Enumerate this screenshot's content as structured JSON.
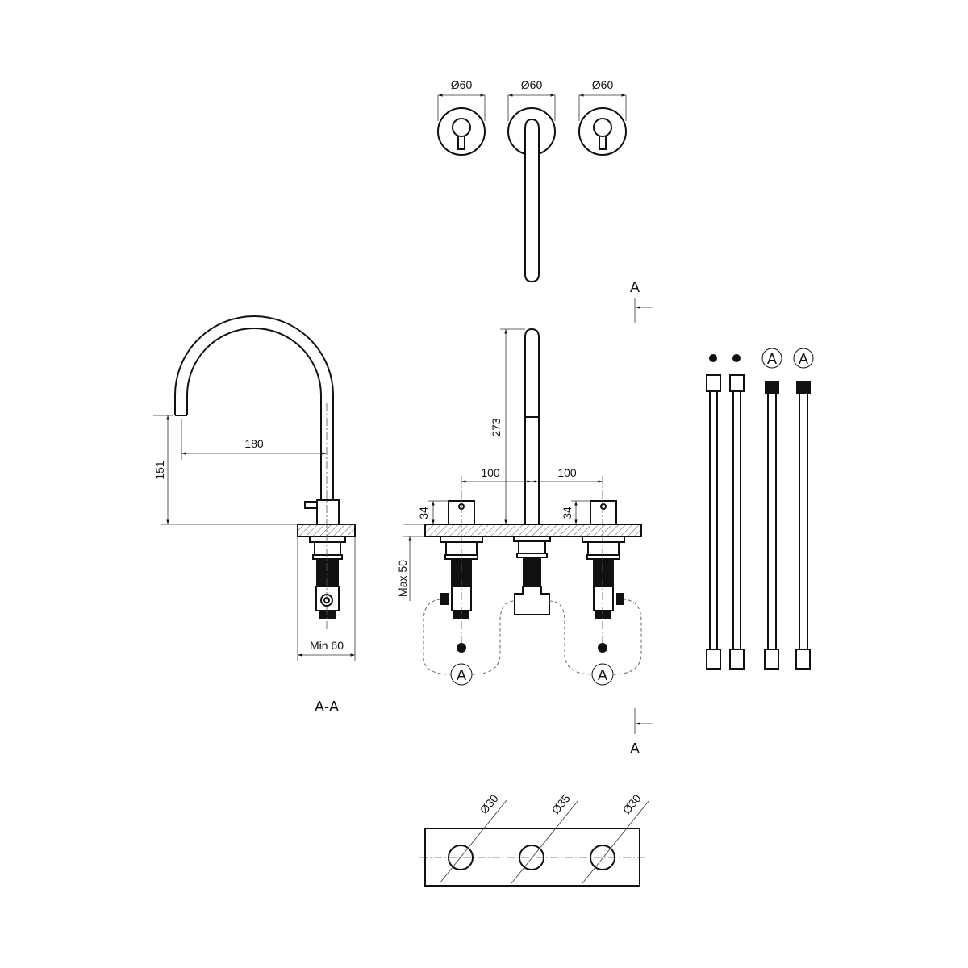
{
  "top_view": {
    "dia_left": "Ø60",
    "dia_center": "Ø60",
    "dia_right": "Ø60"
  },
  "section_marker": {
    "top": "A",
    "bottom": "A"
  },
  "side_view": {
    "reach": "180",
    "height": "151",
    "min_deck": "Min 60",
    "title": "A-A"
  },
  "front_view": {
    "spout_height": "273",
    "spacing_left": "100",
    "spacing_right": "100",
    "handle_left": "34",
    "handle_right": "34",
    "max_deck": "Max 50",
    "connect_left": "A",
    "connect_right": "A"
  },
  "hoses": {
    "label_3": "A",
    "label_4": "A"
  },
  "cutout": {
    "hole_left": "Ø30",
    "hole_center": "Ø35",
    "hole_right": "Ø30"
  }
}
